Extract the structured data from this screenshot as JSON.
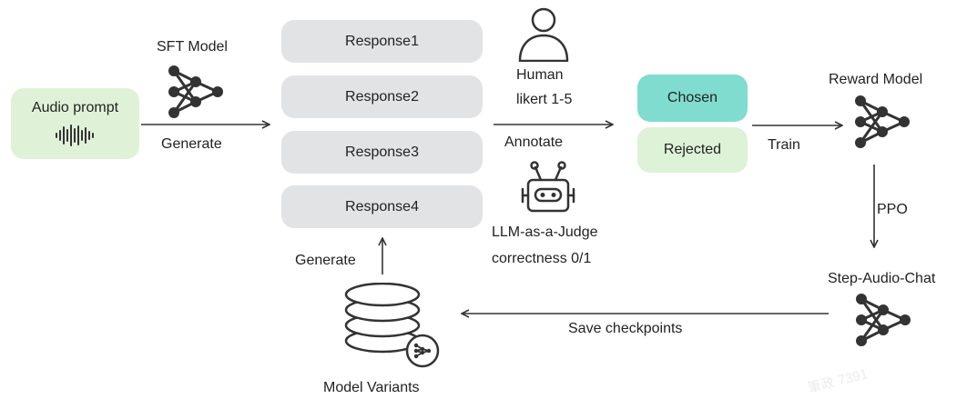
{
  "audio_prompt": {
    "label": "Audio prompt",
    "icon": "audio-waveform-icon"
  },
  "sft_model": {
    "label": "SFT Model",
    "icon": "neural-network-icon"
  },
  "generate_top": "Generate",
  "responses": [
    "Response1",
    "Response2",
    "Response3",
    "Response4"
  ],
  "human": {
    "icon": "person-icon",
    "line1": "Human",
    "line2": "likert 1-5"
  },
  "annotate": "Annotate",
  "llm_judge": {
    "icon": "robot-icon",
    "line1": "LLM-as-a-Judge",
    "line2": "correctness 0/1"
  },
  "chosen": "Chosen",
  "rejected": "Rejected",
  "train": "Train",
  "reward_model": {
    "label": "Reward Model",
    "icon": "neural-network-icon"
  },
  "ppo": "PPO",
  "step_audio_chat": {
    "label": "Step-Audio-Chat",
    "icon": "neural-network-icon"
  },
  "save_checkpoints": "Save checkpoints",
  "model_variants": {
    "label": "Model Variants",
    "icon": "database-icon"
  },
  "generate_bottom": "Generate",
  "watermark": "筆政 7391",
  "colors": {
    "response_fill": "#e2e3e5",
    "prompt_fill": "#dff2d8",
    "chosen_fill": "#7fdcce",
    "rejected_fill": "#ddf2d6",
    "arrow": "#333333"
  }
}
